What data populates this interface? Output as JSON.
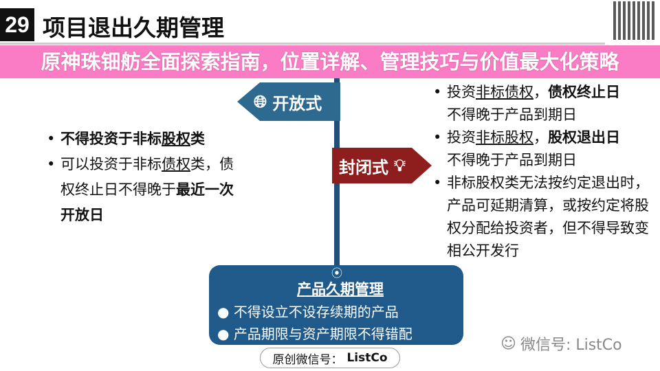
{
  "header": {
    "number": "29",
    "title": "项目退出久期管理"
  },
  "arrows": {
    "open": "开放式",
    "closed": "封闭式"
  },
  "left_bullets": [
    {
      "parts": [
        "不得投资于非标",
        "股权",
        "类"
      ]
    },
    {
      "parts": [
        "可以投资于非标",
        "债权",
        "类，债权终止日不得晚于",
        "最近一次开放日"
      ]
    }
  ],
  "right_bullets": [
    {
      "a": "投资",
      "u": "非标债权",
      "c": "，",
      "b": "债权终止日",
      "d": "不得晚于产品到期日"
    },
    {
      "a": "投资",
      "u": "非标股权",
      "c": "，",
      "b": "股权退出日",
      "d": "不得晚于产品到期日"
    },
    {
      "text": "非标股权类无法按约定退出时，产品可延期清算，或按约定将股权分配给投资者，但不得导致变相公开发行"
    }
  ],
  "box": {
    "heading": "产品久期管理",
    "items": [
      "不得设立不设存续期的产品",
      "产品期限与资产期限不得错配"
    ]
  },
  "banner": {
    "text": "原神珠钿舫全面探索指南，位置详解、管理技巧与价值最大化策略"
  },
  "caption": {
    "label": "原创微信号：",
    "value": "ListCo"
  },
  "watermark": {
    "text": "微信号: ListCo"
  },
  "colors": {
    "banner": "#fa6ebe",
    "box": "#1f5a8a",
    "closed": "#8e1d1d",
    "open": "#2e6a90"
  }
}
